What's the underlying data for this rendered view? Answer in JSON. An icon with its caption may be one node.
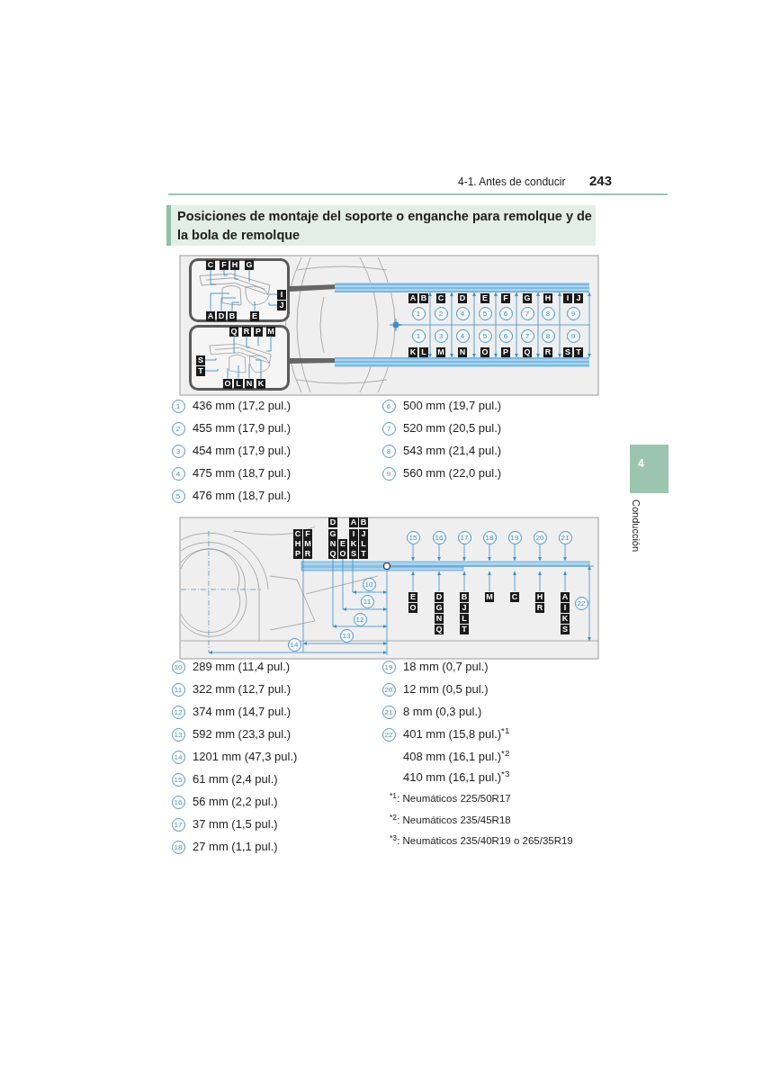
{
  "diagram": {
    "title": "Posiciones de montaje del soporte o enganche para remolque y de la bola de remolque",
    "nodes": [
      {
        "text": [],
        "shape": "box"
      },
      {
        "text": [],
        "shape": "picture",
        "in": 0
      },
      {
        "text": [
          "C"
        ],
        "in": 0
      },
      {
        "text": [
          "F"
        ],
        "in": 0
      },
      {
        "text": [
          "H"
        ],
        "in": 0
      },
      {
        "text": [
          "G"
        ],
        "in": 0
      },
      {
        "text": [
          "I"
        ],
        "in": 0
      },
      {
        "text": [
          "J"
        ],
        "in": 0
      },
      {
        "text": [
          "A"
        ],
        "in": 0
      },
      {
        "text": [
          "D"
        ],
        "in": 0
      },
      {
        "text": [
          "B"
        ],
        "in": 0
      },
      {
        "text": [
          "E"
        ],
        "in": 0
      },
      {
        "text": [],
        "shape": "box"
      },
      {
        "text": [],
        "shape": "picture",
        "in": 12
      },
      {
        "text": [
          "Q"
        ],
        "in": 12
      },
      {
        "text": [
          "R"
        ],
        "in": 12
      },
      {
        "text": [
          "P"
        ],
        "in": 12
      },
      {
        "text": [
          "M"
        ],
        "in": 12
      },
      {
        "text": [
          "S"
        ],
        "in": 12
      },
      {
        "text": [
          "T"
        ],
        "in": 12
      },
      {
        "text": [
          "O"
        ],
        "in": 12
      },
      {
        "text": [
          "L"
        ],
        "in": 12
      },
      {
        "text": [
          "N"
        ],
        "in": 12
      },
      {
        "text": [
          "K"
        ],
        "in": 12
      }
    ],
    "edges": [
      {
        "from": 2,
        "to": 1,
        "arrow": "none"
      },
      {
        "from": 3,
        "to": 1,
        "arrow": "none"
      },
      {
        "from": 4,
        "to": 1,
        "arrow": "none"
      },
      {
        "from": 5,
        "to": 1,
        "arrow": "none"
      },
      {
        "from": 6,
        "to": 1,
        "arrow": "none"
      },
      {
        "from": 7,
        "to": 1,
        "arrow": "none"
      },
      {
        "from": 8,
        "to": 1,
        "arrow": "none"
      },
      {
        "from": 9,
        "to": 1,
        "arrow": "none"
      },
      {
        "from": 10,
        "to": 1,
        "arrow": "none"
      },
      {
        "from": 11,
        "to": 1,
        "arrow": "none"
      },
      {
        "from": 14,
        "to": 13,
        "arrow": "none"
      },
      {
        "from": 15,
        "to": 13,
        "arrow": "none"
      },
      {
        "from": 16,
        "to": 13,
        "arrow": "none"
      },
      {
        "from": 17,
        "to": 13,
        "arrow": "none"
      },
      {
        "from": 18,
        "to": 13,
        "arrow": "none"
      },
      {
        "from": 19,
        "to": 13,
        "arrow": "none"
      },
      {
        "from": 20,
        "to": 13,
        "arrow": "none"
      },
      {
        "from": 21,
        "to": 13,
        "arrow": "none"
      },
      {
        "from": 22,
        "to": 13,
        "arrow": "none"
      },
      {
        "from": 23,
        "to": 13,
        "arrow": "none"
      }
    ],
    "labels": [
      "4-1. Antes de conducir",
      "243",
      "4",
      "Conducción",
      "A",
      "B",
      "C",
      "D",
      "E",
      "F",
      "G",
      "H",
      "I",
      "J",
      "1",
      "2",
      "4",
      "5",
      "6",
      "7",
      "8",
      "9",
      "1",
      "3",
      "4",
      "5",
      "6",
      "7",
      "8",
      "9",
      "K",
      "L",
      "M",
      "N",
      "O",
      "P",
      "Q",
      "R",
      "S",
      "T",
      "1",
      "436 mm (17,2 pul.)",
      "2",
      "455 mm (17,9 pul.)",
      "3",
      "454 mm (17,9 pul.)",
      "4",
      "475 mm (18,7 pul.)",
      "5",
      "476 mm (18,7 pul.)",
      "6",
      "500 mm (19,7 pul.)",
      "7",
      "520 mm (20,5 pul.)",
      "8",
      "543 mm (21,4 pul.)",
      "9",
      "560 mm (22,0 pul.)",
      "D",
      "A",
      "B",
      "C",
      "F",
      "G",
      "I",
      "J",
      "H",
      "M",
      "N",
      "E",
      "K",
      "L",
      "P",
      "R",
      "Q",
      "O",
      "S",
      "T",
      "15",
      "16",
      "17",
      "18",
      "19",
      "20",
      "21",
      "10",
      "11",
      "12",
      "13",
      "14",
      "22",
      "E",
      "D",
      "B",
      "M",
      "C",
      "H",
      "A",
      "O",
      "G",
      "J",
      "R",
      "I",
      "N",
      "L",
      "K",
      "Q",
      "T",
      "S",
      "10",
      "289 mm (11,4 pul.)",
      "11",
      "322 mm (12,7 pul.)",
      "12",
      "374 mm (14,7 pul.)",
      "13",
      "592 mm (23,3 pul.)",
      "14",
      "1201 mm (47,3 pul.)",
      "15",
      "61 mm (2,4 pul.)",
      "16",
      "56 mm (2,2 pul.)",
      "17",
      "37 mm (1,5 pul.)",
      "18",
      "27 mm (1,1 pul.)",
      "19",
      "18 mm (0,7 pul.)",
      "20",
      "12 mm (0,5 pul.)",
      "21",
      "8 mm (0,3 pul.)",
      "22",
      "401 mm (15,8 pul.)$^{*1}$",
      "408 mm (16,1 pul.)$^{*2}$",
      "410 mm (16,1 pul.)$^{*3}$",
      "$^{*1}$: Neumáticos 225/50R17",
      "$^{*2}$: Neumáticos 235/45R18",
      "$^{*3}$: Neumáticos 235/40R19 o 265/35R19"
    ]
  }
}
